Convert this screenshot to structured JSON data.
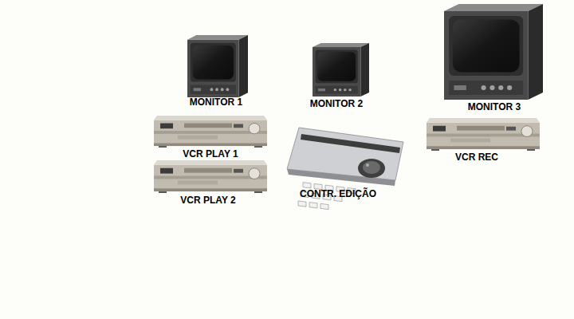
{
  "diagram": {
    "labels": [
      "MONITOR 1",
      "MONITOR 2",
      "MONITOR 3",
      "VCR PLAY 1",
      "VCR REC",
      "CONTR. EDIÇÃO",
      "VCR PLAY 2"
    ]
  }
}
